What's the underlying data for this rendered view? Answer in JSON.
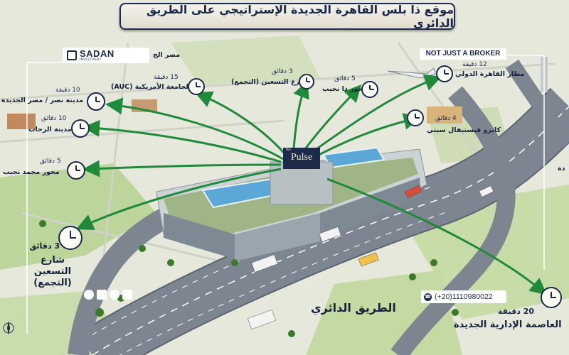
{
  "title": "موقع ذا بلس القاهرة الجديدة الإستراتيجي على الطريق الدائري",
  "logo": {
    "name": "SADAN",
    "sub": "INVESTMENT"
  },
  "broker_tag": "NOT JUST A BROKER",
  "project_sign": {
    "small": "The",
    "name": "Pulse"
  },
  "ring_road_label": "الطريق الدائري",
  "phone": "(+20)1110980022",
  "destinations": [
    {
      "id": "misr-gedida-top",
      "time": "",
      "place": "مصر الج"
    },
    {
      "id": "auc",
      "time": "15 دقيقة",
      "place": "الجامعة الأمريكية (AUC)"
    },
    {
      "id": "tasaeen-small",
      "time": "3 دقائق",
      "place": "شارع التسعين (التجمع)"
    },
    {
      "id": "mehwar-naguib-top",
      "time": "5 دقائق",
      "place": "محور ذا نجيب"
    },
    {
      "id": "airport",
      "time": "12 دقيقة",
      "place": "مطار القاهرة الدولي"
    },
    {
      "id": "nasr-city",
      "time": "10 دقيقة",
      "place": "مدينة نصر / مصر الجديدة"
    },
    {
      "id": "festival",
      "time": "4 دقائق",
      "place": "كايرو فيستيفال سيتي"
    },
    {
      "id": "rehab",
      "time": "10 دقائق",
      "place": "مدينة الرحاب"
    },
    {
      "id": "mehwar-mohamed-naguib",
      "time": "5 دقائق",
      "place": "محور محمد نجيب"
    },
    {
      "id": "tasaeen-big",
      "time": "3 دقائق",
      "place": "شارع التسعين (التجمع)"
    },
    {
      "id": "capital",
      "time": "20 دقيقة",
      "place": "العاصمة الإدارية الجديدة"
    },
    {
      "id": "right-edge",
      "time": "",
      "place": "دة"
    }
  ]
}
